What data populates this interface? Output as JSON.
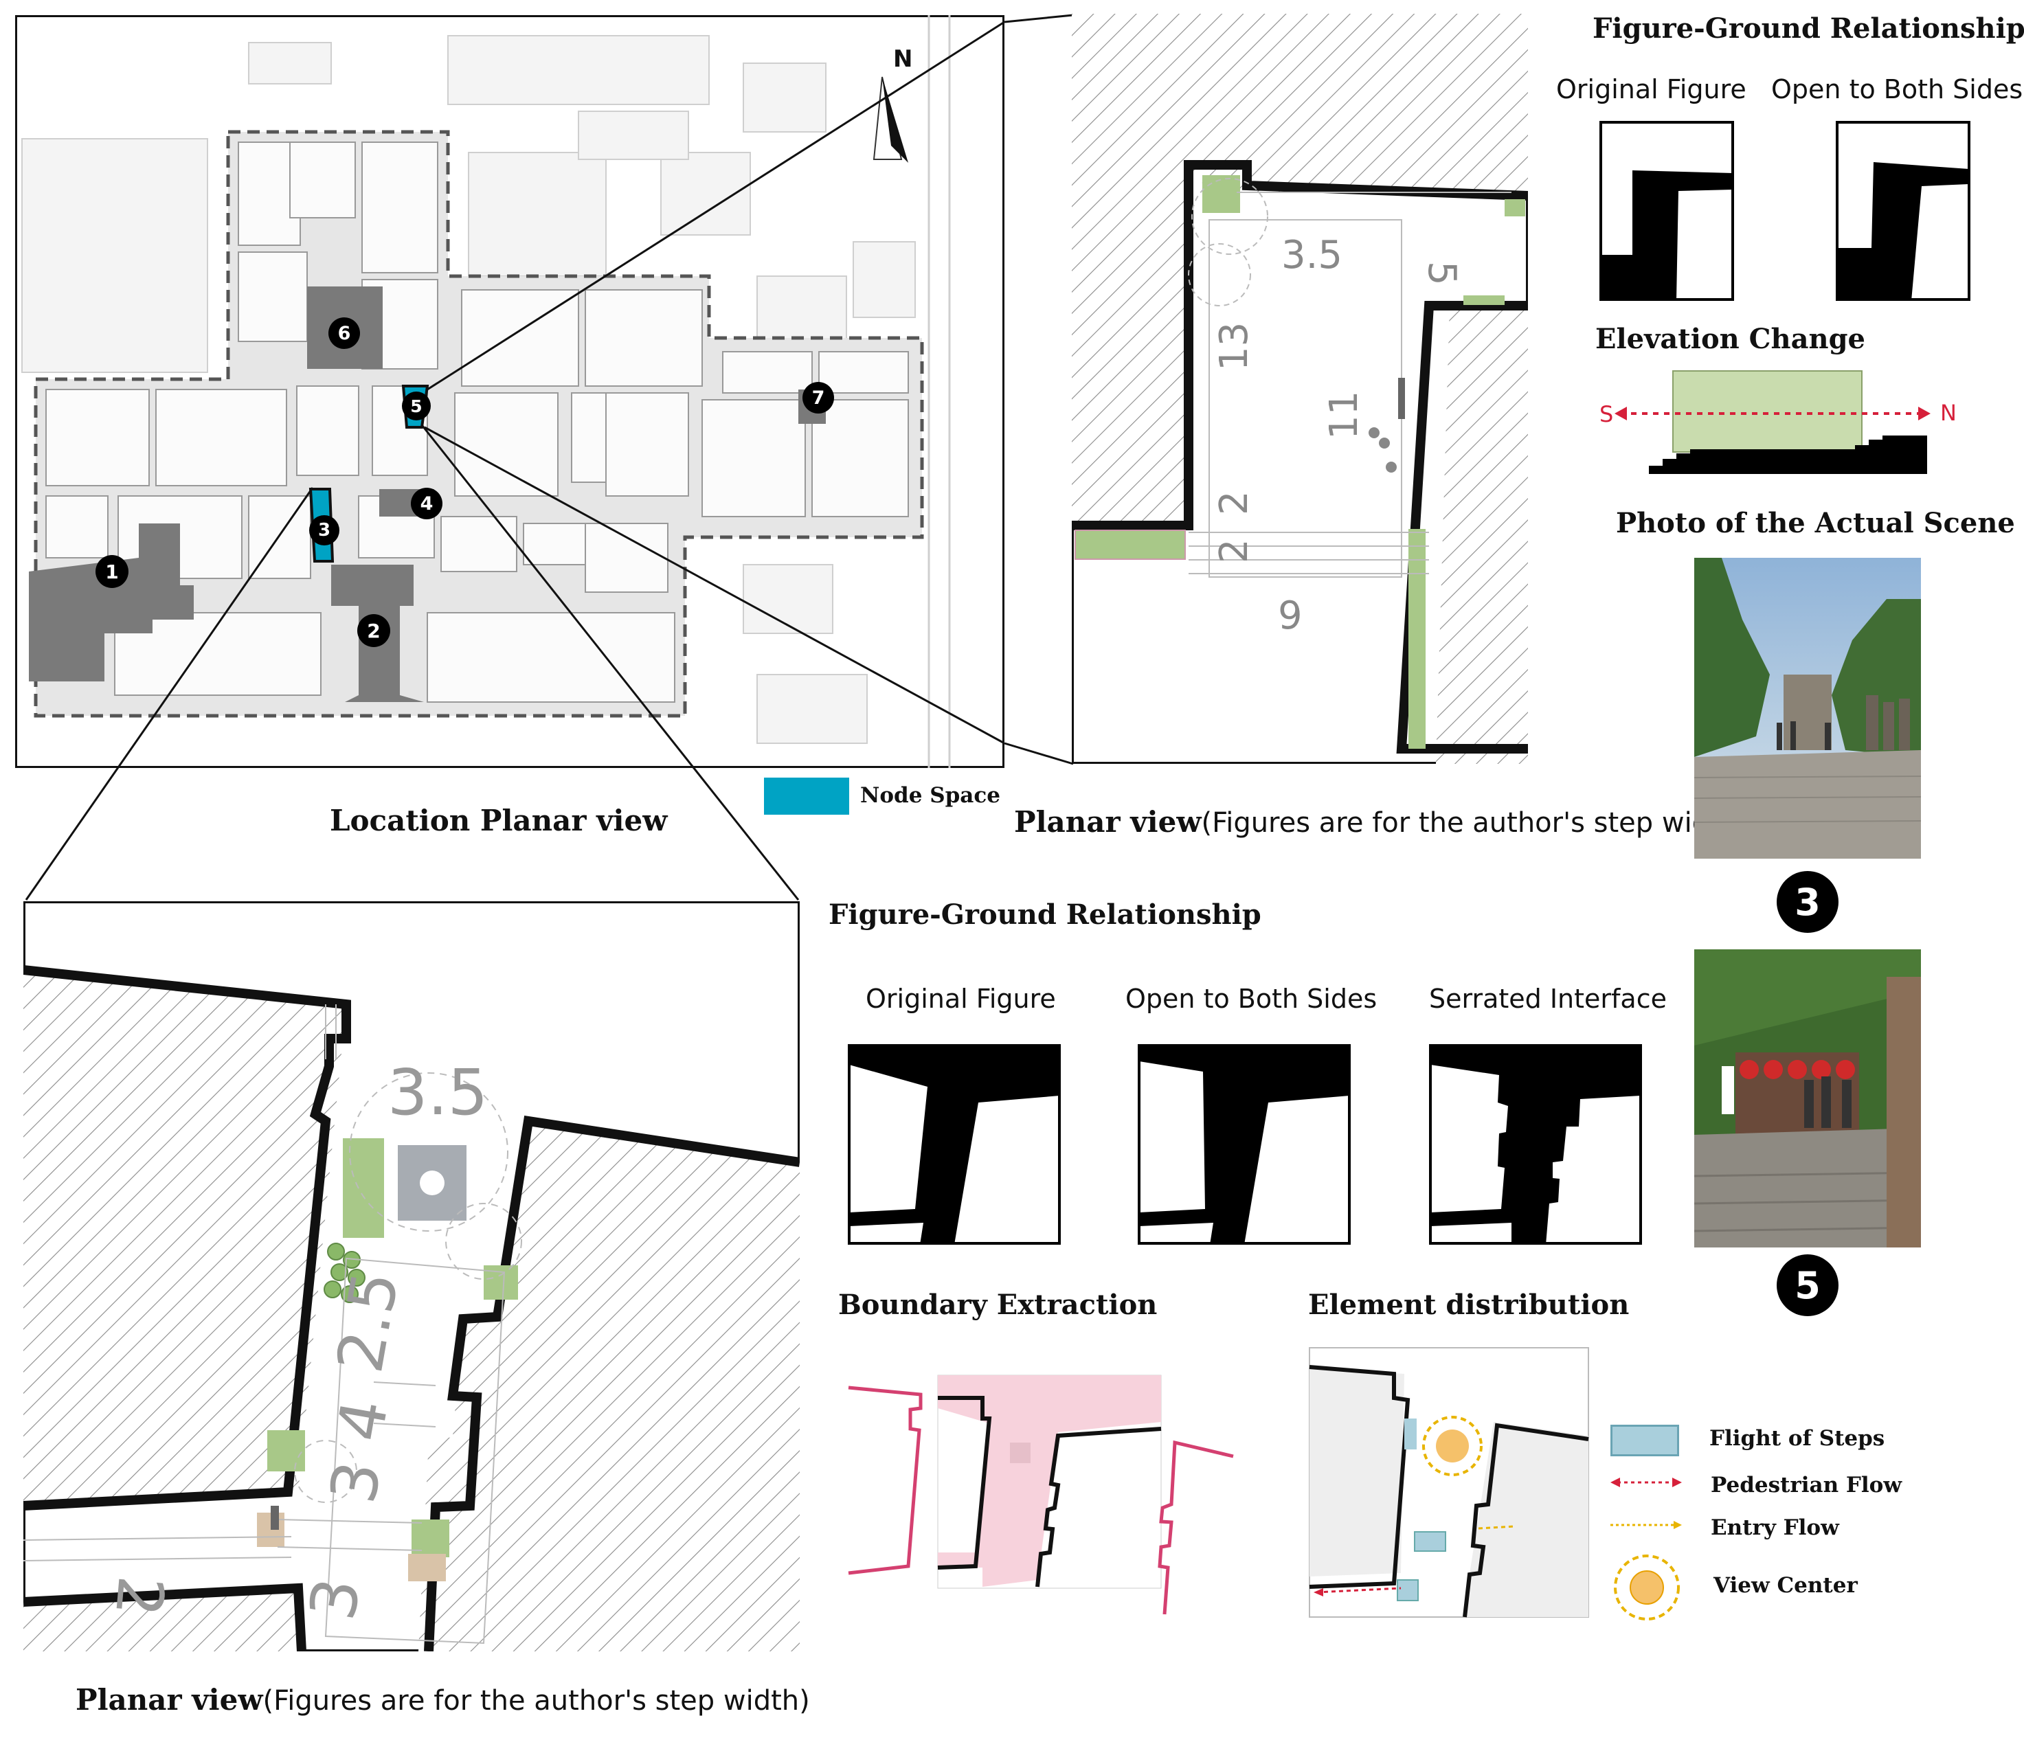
{
  "north": "N",
  "location": {
    "nodes": [
      {
        "id": "1",
        "label": "1"
      },
      {
        "id": "2",
        "label": "2"
      },
      {
        "id": "3",
        "label": "3"
      },
      {
        "id": "4",
        "label": "4"
      },
      {
        "id": "5",
        "label": "5"
      },
      {
        "id": "6",
        "label": "6"
      },
      {
        "id": "7",
        "label": "7"
      }
    ],
    "legend_node_space": "Node Space",
    "caption": "Location Planar view",
    "node_color": "#00a3c4"
  },
  "planar_top": {
    "dims": [
      "3.5",
      "5",
      "13",
      "11",
      "2",
      "2",
      "9"
    ],
    "caption_bold": "Planar view",
    "caption_note": "(Figures are for the author's step width)"
  },
  "fg_top": {
    "title": "Figure-Ground Relationship",
    "labels": [
      "Original Figure",
      "Open to Both Sides"
    ]
  },
  "elevation": {
    "title": "Elevation Change",
    "south": "S",
    "north": "N"
  },
  "photo": {
    "title": "Photo of the Actual Scene",
    "badges": [
      "3",
      "5"
    ]
  },
  "fg_bottom": {
    "title": "Figure-Ground Relationship",
    "labels": [
      "Original Figure",
      "Open to Both Sides",
      "Serrated Interface"
    ]
  },
  "boundary": {
    "title": "Boundary Extraction"
  },
  "element": {
    "title": "Element distribution",
    "legend": [
      "Flight of Steps",
      "Pedestrian Flow",
      "Entry Flow",
      "View Center"
    ]
  },
  "planar_bottom": {
    "dims": [
      "3.5",
      "2.5",
      "4",
      "3",
      "2",
      "3"
    ],
    "caption_bold": "Planar view",
    "caption_note": "(Figures are for the author's step width)"
  },
  "colors": {
    "green": "#a8c888",
    "flow_red": "#d6203a",
    "entry": "#e8b400",
    "steps": "#a9cfdc",
    "pink": "#f7d2dc"
  }
}
